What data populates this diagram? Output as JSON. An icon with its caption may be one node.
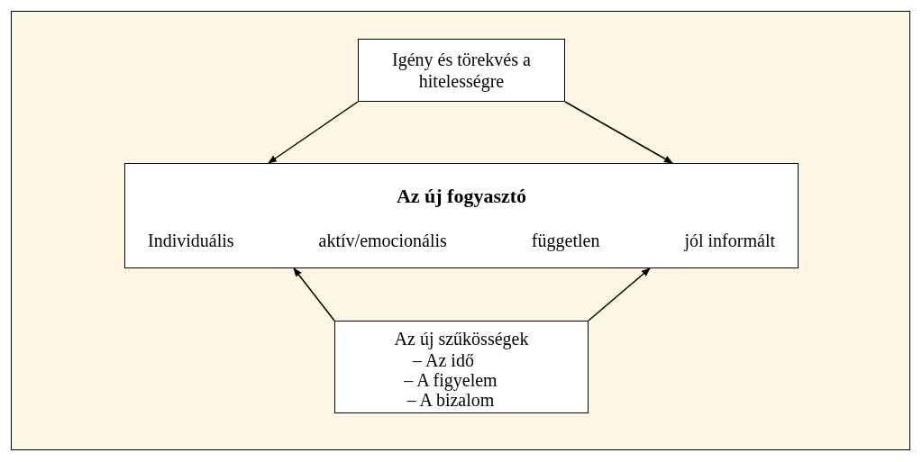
{
  "diagram": {
    "nodes": [
      {
        "text": [
          "Igény és törekvés a hitelességre"
        ]
      },
      {
        "text": [
          "Az új fogyasztó",
          "Individuális",
          "aktív/emocionális",
          "független",
          "jól informált"
        ]
      },
      {
        "text": [
          "Az új szűkösségek",
          "– Az idő",
          "– A figyelem",
          "– A bizalom"
        ]
      }
    ],
    "edges": [
      {
        "from": 0,
        "to": 1,
        "arrow": "to"
      },
      {
        "from": 0,
        "to": 1,
        "arrow": "to"
      },
      {
        "from": 2,
        "to": 1,
        "arrow": "to"
      },
      {
        "from": 2,
        "to": 1,
        "arrow": "to"
      }
    ]
  }
}
